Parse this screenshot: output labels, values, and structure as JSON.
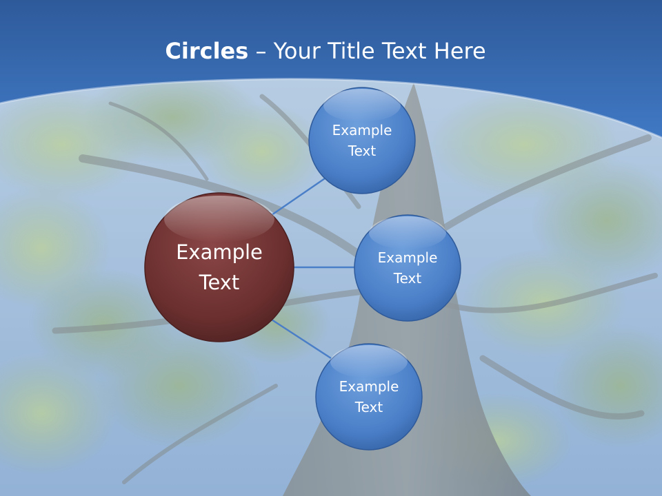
{
  "slide": {
    "title_bold": "Circles",
    "title_rest": " – Your Title Text Here"
  },
  "diagram": {
    "center": {
      "line1": "Example",
      "line2": "Text",
      "color": "#6b2f2f"
    },
    "satellites": [
      {
        "line1": "Example",
        "line2": "Text"
      },
      {
        "line1": "Example",
        "line2": "Text"
      },
      {
        "line1": "Example",
        "line2": "Text"
      }
    ],
    "satellite_color": "#4a7fc8",
    "connector_color": "#4a7fc8"
  },
  "colors": {
    "header_blue": "#3a6fb8",
    "sky": "#8fb4d8",
    "foliage": "#9bb86a",
    "trunk": "#6e7a7c"
  }
}
